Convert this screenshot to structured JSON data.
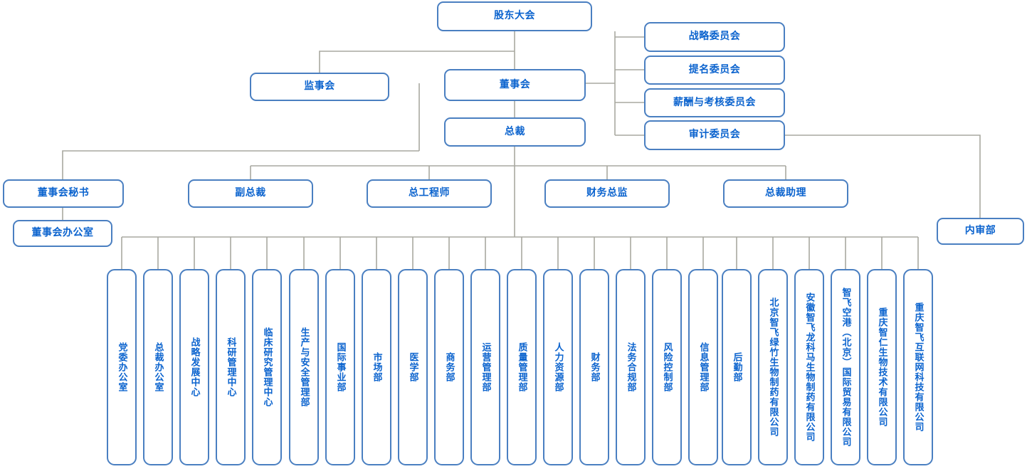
{
  "meta": {
    "title": "组织架构图",
    "colors": {
      "box_border": "#4a7fc1",
      "text": "#0b63ce",
      "connector": "#a8a8a0",
      "background": "#ffffff"
    }
  },
  "governance": {
    "shareholders_meeting": "股东大会",
    "supervisory_board": "监事会",
    "board_of_directors": "董事会",
    "president": "总裁"
  },
  "committees": [
    {
      "label": "战略委员会"
    },
    {
      "label": "提名委员会"
    },
    {
      "label": "薪酬与考核委员会"
    },
    {
      "label": "审计委员会"
    }
  ],
  "audit_department": "内审部",
  "executives": [
    {
      "label": "董事会秘书"
    },
    {
      "label": "副总裁"
    },
    {
      "label": "总工程师"
    },
    {
      "label": "财务总监"
    },
    {
      "label": "总裁助理"
    }
  ],
  "board_office": "董事会办公室",
  "departments": [
    {
      "label": "党委办公室"
    },
    {
      "label": "总裁办公室"
    },
    {
      "label": "战略发展中心"
    },
    {
      "label": "科研管理中心"
    },
    {
      "label": "临床研究管理中心"
    },
    {
      "label": "生产与安全管理部"
    },
    {
      "label": "国际事业部"
    },
    {
      "label": "市场部"
    },
    {
      "label": "医学部"
    },
    {
      "label": "商务部"
    },
    {
      "label": "运营管理部"
    },
    {
      "label": "质量管理部"
    },
    {
      "label": "人力资源部"
    },
    {
      "label": "财务部"
    },
    {
      "label": "法务合规部"
    },
    {
      "label": "风险控制部"
    },
    {
      "label": "信息管理部"
    },
    {
      "label": "后勤部"
    },
    {
      "label": "北京智飞绿竹生物制药有限公司"
    },
    {
      "label": "安徽智飞龙科马生物制药有限公司"
    },
    {
      "label": "智飞空港（北京）国际贸易有限公司"
    },
    {
      "label": "重庆智仁生物技术有限公司"
    },
    {
      "label": "重庆智飞互联网科技有限公司"
    }
  ]
}
